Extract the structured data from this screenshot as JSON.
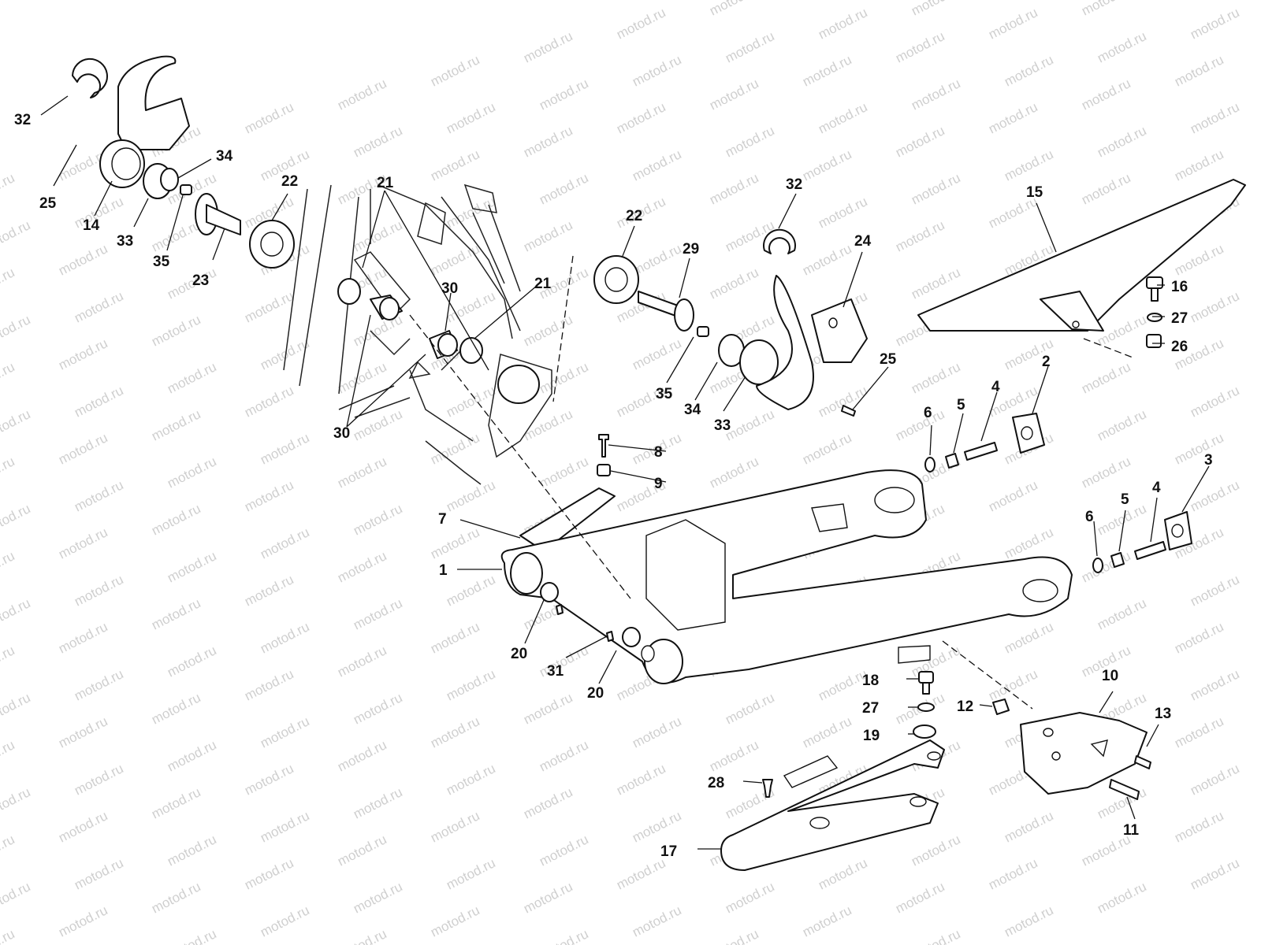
{
  "watermark": "motod.ru",
  "callouts": [
    {
      "key": "c1",
      "text": "1"
    },
    {
      "key": "c2",
      "text": "2"
    },
    {
      "key": "c3",
      "text": "3"
    },
    {
      "key": "c4a",
      "text": "4"
    },
    {
      "key": "c4b",
      "text": "4"
    },
    {
      "key": "c5a",
      "text": "5"
    },
    {
      "key": "c5b",
      "text": "5"
    },
    {
      "key": "c6a",
      "text": "6"
    },
    {
      "key": "c6b",
      "text": "6"
    },
    {
      "key": "c7",
      "text": "7"
    },
    {
      "key": "c8",
      "text": "8"
    },
    {
      "key": "c9",
      "text": "9"
    },
    {
      "key": "c10",
      "text": "10"
    },
    {
      "key": "c11",
      "text": "11"
    },
    {
      "key": "c12",
      "text": "12"
    },
    {
      "key": "c13",
      "text": "13"
    },
    {
      "key": "c14",
      "text": "14"
    },
    {
      "key": "c15",
      "text": "15"
    },
    {
      "key": "c16",
      "text": "16"
    },
    {
      "key": "c17",
      "text": "17"
    },
    {
      "key": "c18",
      "text": "18"
    },
    {
      "key": "c19",
      "text": "19"
    },
    {
      "key": "c20a",
      "text": "20"
    },
    {
      "key": "c20b",
      "text": "20"
    },
    {
      "key": "c21a",
      "text": "21"
    },
    {
      "key": "c21b",
      "text": "21"
    },
    {
      "key": "c22a",
      "text": "22"
    },
    {
      "key": "c22b",
      "text": "22"
    },
    {
      "key": "c23",
      "text": "23"
    },
    {
      "key": "c24",
      "text": "24"
    },
    {
      "key": "c25a",
      "text": "25"
    },
    {
      "key": "c25b",
      "text": "25"
    },
    {
      "key": "c26",
      "text": "26"
    },
    {
      "key": "c27a",
      "text": "27"
    },
    {
      "key": "c27b",
      "text": "27"
    },
    {
      "key": "c28",
      "text": "28"
    },
    {
      "key": "c29",
      "text": "29"
    },
    {
      "key": "c30a",
      "text": "30"
    },
    {
      "key": "c30b",
      "text": "30"
    },
    {
      "key": "c31",
      "text": "31"
    },
    {
      "key": "c32a",
      "text": "32"
    },
    {
      "key": "c32b",
      "text": "32"
    },
    {
      "key": "c33a",
      "text": "33"
    },
    {
      "key": "c33b",
      "text": "33"
    },
    {
      "key": "c34a",
      "text": "34"
    },
    {
      "key": "c34b",
      "text": "34"
    },
    {
      "key": "c35a",
      "text": "35"
    },
    {
      "key": "c35b",
      "text": "35"
    }
  ]
}
